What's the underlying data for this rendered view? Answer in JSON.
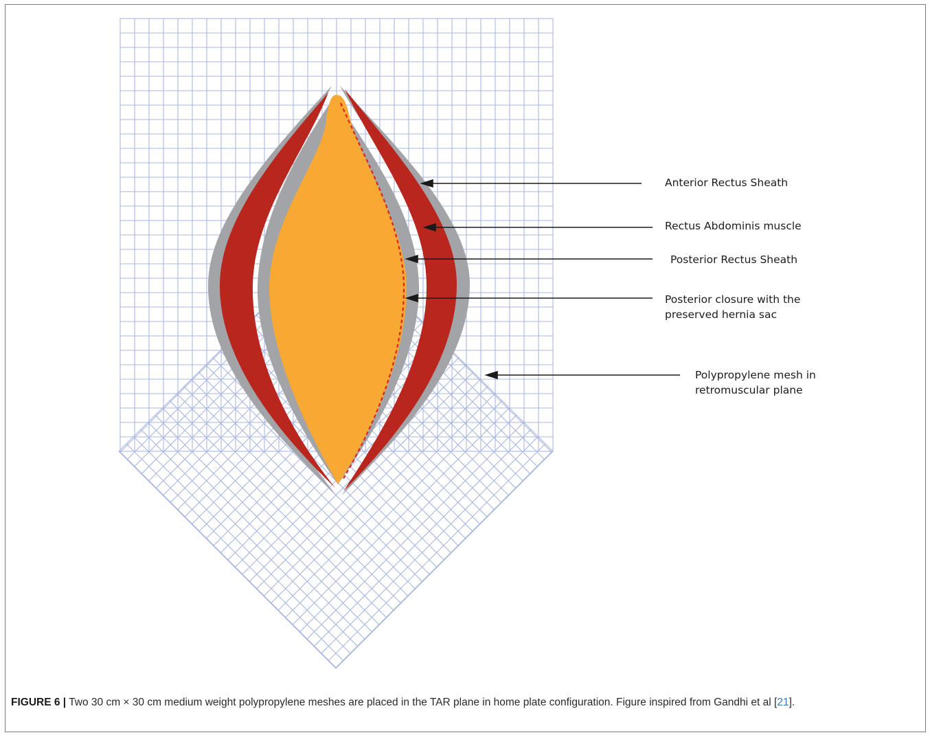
{
  "labels": {
    "anterior_rectus_sheath": "Anterior Rectus Sheath",
    "rectus_abdominis_muscle": "Rectus Abdominis muscle",
    "posterior_rectus_sheath": "Posterior Rectus Sheath",
    "posterior_closure_line1": "Posterior closure with the",
    "posterior_closure_line2": "preserved hernia sac",
    "mesh_line1": "Polypropylene mesh in",
    "mesh_line2": "retromuscular plane"
  },
  "caption": {
    "figure_label": "FIGURE 6 |",
    "text": " Two 30 cm × 30 cm medium weight polypropylene meshes are placed in the TAR plane in home plate configuration. Figure inspired from Gandhi et al [",
    "ref": "21",
    "text_end": "]."
  },
  "colors": {
    "mesh": "#a9b6e0",
    "sheath_grey": "#a2a4a8",
    "muscle_red": "#b8261e",
    "hernia_orange": "#f7a934",
    "suture_red": "#e0231b",
    "arrow": "#1a1a1a"
  }
}
